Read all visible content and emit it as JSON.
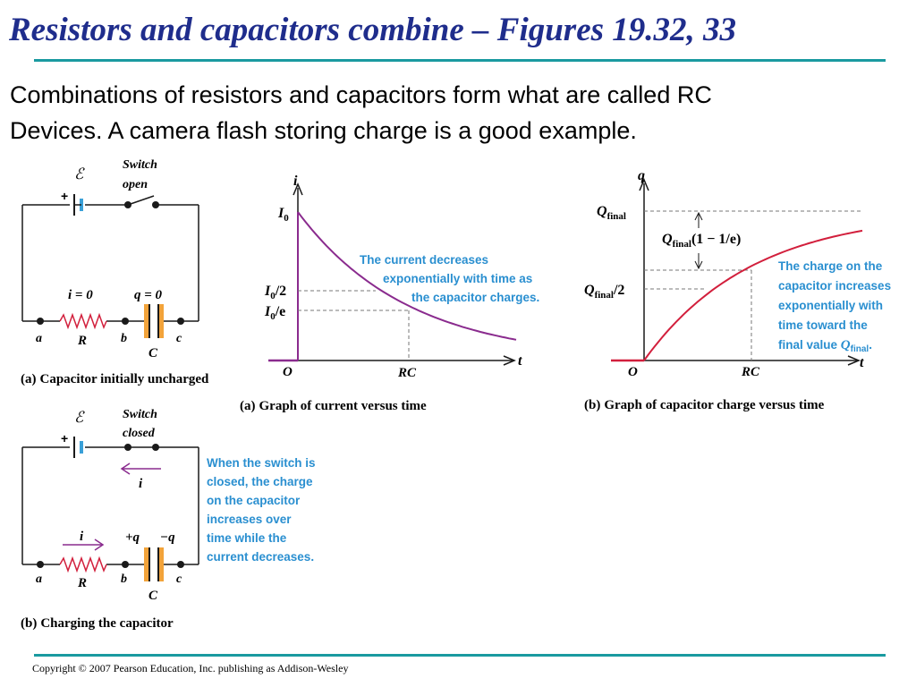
{
  "slide": {
    "title": "Resistors and capacitors combine – Figures 19.32, 33",
    "body_line_1": "Combinations of resistors and capacitors form what are called RC",
    "body_line_2": "Devices.  A camera flash storing charge is a good example.",
    "footer": "Copyright © 2007  Pearson Education, Inc. publishing as Addison-Wesley"
  },
  "circuit_a": {
    "emf": "ℰ",
    "plus": "+",
    "switch_label_1": "Switch",
    "switch_label_2": "open",
    "current": "i  =  0",
    "charge": "q  =  0",
    "node_a": "a",
    "node_b": "b",
    "node_c": "c",
    "resistor": "R",
    "capacitor": "C",
    "caption_tag": "(a)",
    "caption": "Capacitor initially uncharged"
  },
  "circuit_b": {
    "emf": "ℰ",
    "plus": "+",
    "switch_label_1": "Switch",
    "switch_label_2": "closed",
    "current_top": "i",
    "current_bottom": "i",
    "plus_q": "+q",
    "minus_q": "−q",
    "node_a": "a",
    "node_b": "b",
    "node_c": "c",
    "resistor": "R",
    "capacitor": "C",
    "annotation": [
      "When the switch is",
      "closed, the charge",
      "on the capacitor",
      "increases over",
      "time while the",
      "current decreases."
    ],
    "caption_tag": "(b)",
    "caption": "Charging the capacitor"
  },
  "graph_current": {
    "y_axis": "i",
    "x_axis": "t",
    "origin": "O",
    "i0_main": "I",
    "i0_sub": "0",
    "half_main": "I",
    "half_sub": "0",
    "half_rest": "/2",
    "e_main": "I",
    "e_sub": "0",
    "e_rest": "/e",
    "rc": "RC",
    "annotation": [
      "The current decreases",
      "exponentially with time as",
      "the capacitor charges."
    ],
    "caption_tag": "(a)",
    "caption": "Graph of current versus time",
    "curve_color": "#8a2b8e"
  },
  "graph_charge": {
    "y_axis": "q",
    "x_axis": "t",
    "origin": "O",
    "qfinal_main": "Q",
    "qfinal_sub": "final",
    "bracket_main": "Q",
    "bracket_sub": "final",
    "bracket_rest": "(1 − 1/e)",
    "half_main": "Q",
    "half_sub": "final",
    "half_rest": "/2",
    "rc": "RC",
    "annotation": [
      "The charge on the",
      "capacitor increases",
      "exponentially with",
      "time toward the"
    ],
    "annotation_last": "final value ",
    "annotation_q": "Q",
    "annotation_sub": "final",
    "annotation_dot": ".",
    "caption_tag": "(b)",
    "caption": "Graph of capacitor charge versus time",
    "curve_color": "#d21f3c"
  }
}
